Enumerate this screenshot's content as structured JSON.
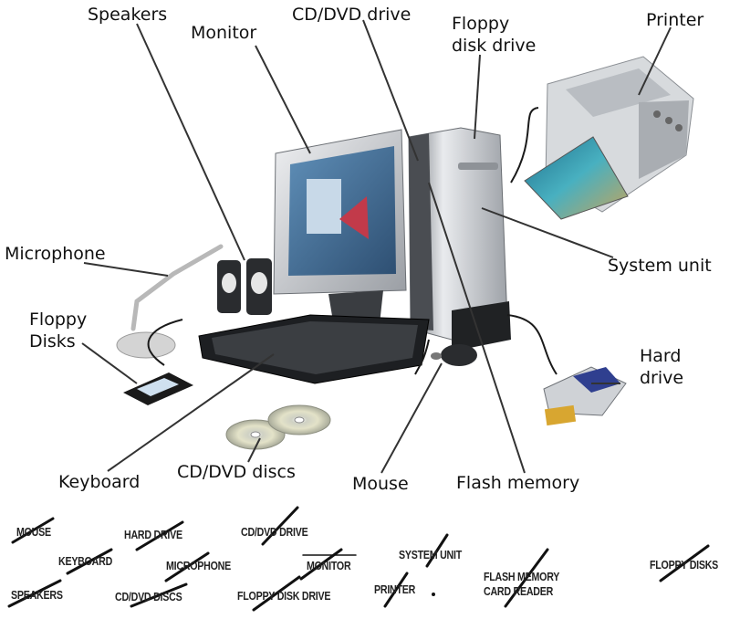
{
  "labels": {
    "speakers": "Speakers",
    "monitor": "Monitor",
    "cd_dvd_drive": "CD/DVD drive",
    "floppy_disk_drive": "Floppy\ndisk drive",
    "printer": "Printer",
    "microphone": "Microphone",
    "floppy_disks": "Floppy\nDisks",
    "system_unit": "System unit",
    "hard_drive": "Hard\ndrive",
    "keyboard": "Keyboard",
    "cd_dvd_discs": "CD/DVD discs",
    "mouse": "Mouse",
    "flash_memory": "Flash memory"
  },
  "word_bank": {
    "mouse": "MOUSE",
    "hard_drive": "HARD DRIVE",
    "cd_dvd_drive": "CD/DVD DRIVE",
    "keyboard": "KEYBOARD",
    "microphone": "MICROPHONE",
    "monitor": "MONITOR",
    "system_unit": "SYSTEM UNIT",
    "flash_memory_card_reader": "FLASH MEMORY\nCARD READER",
    "floppy_disks": "FLOPPY DISKS",
    "speakers": "SPEAKERS",
    "cd_dvd_discs": "CD/DVD DISCS",
    "floppy_disk_drive": "FLOPPY DISK DRIVE",
    "printer": "PRINTER"
  },
  "colors": {
    "label": "#111111",
    "leader": "#333333",
    "strike": "#111111"
  }
}
